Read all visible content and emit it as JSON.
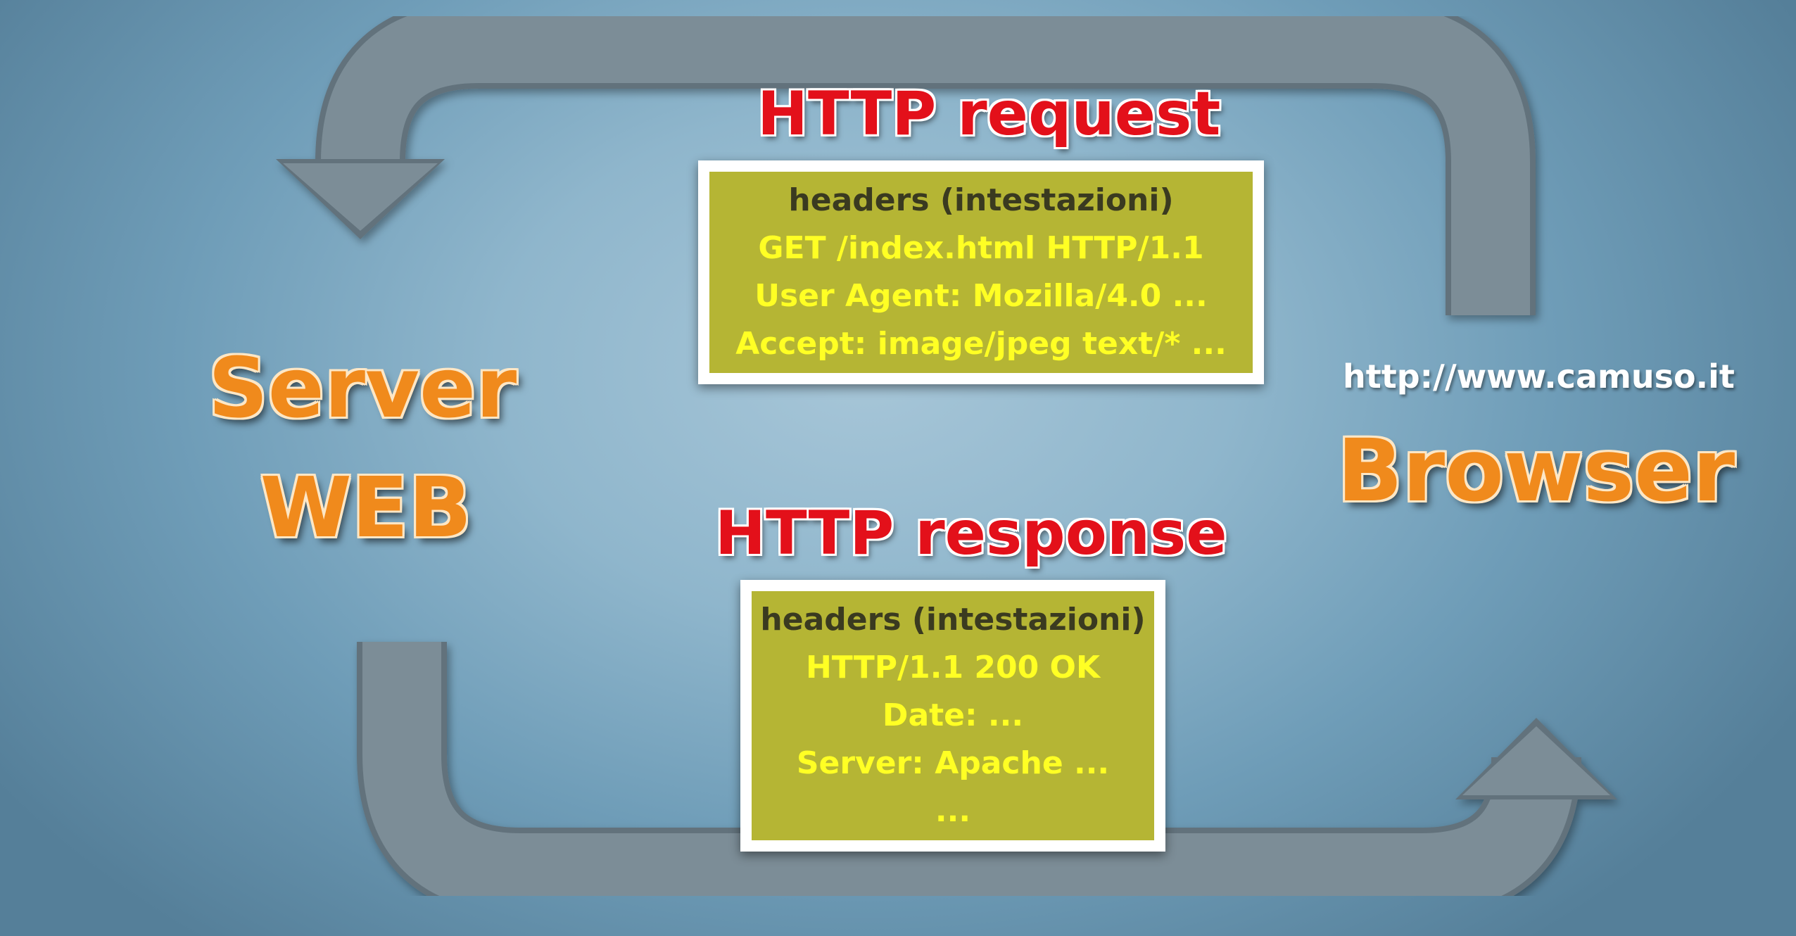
{
  "request": {
    "title": "HTTP request",
    "lines": [
      "headers (intestazioni)",
      "GET /index.html  HTTP/1.1",
      "User Agent: Mozilla/4.0 ...",
      "Accept: image/jpeg  text/*  ..."
    ]
  },
  "response": {
    "title": "HTTP response",
    "lines": [
      "headers (intestazioni)",
      "HTTP/1.1 200 OK",
      "Date: ...",
      "Server: Apache ...",
      "..."
    ]
  },
  "server": {
    "line1": "Server",
    "line2": "WEB"
  },
  "browser": {
    "url": "http://www.camuso.it",
    "label": "Browser"
  },
  "colors": {
    "box_fill": "#b5b534",
    "box_text": "#ffff24",
    "header_text": "#3a3a20",
    "heading_red": "#e3101a",
    "label_orange": "#f08a1c",
    "arrow_gray": "#7b8d97"
  },
  "icons": {
    "request_arrow": "left-pointing-curved-arrow",
    "response_arrow": "right-pointing-curved-arrow"
  }
}
